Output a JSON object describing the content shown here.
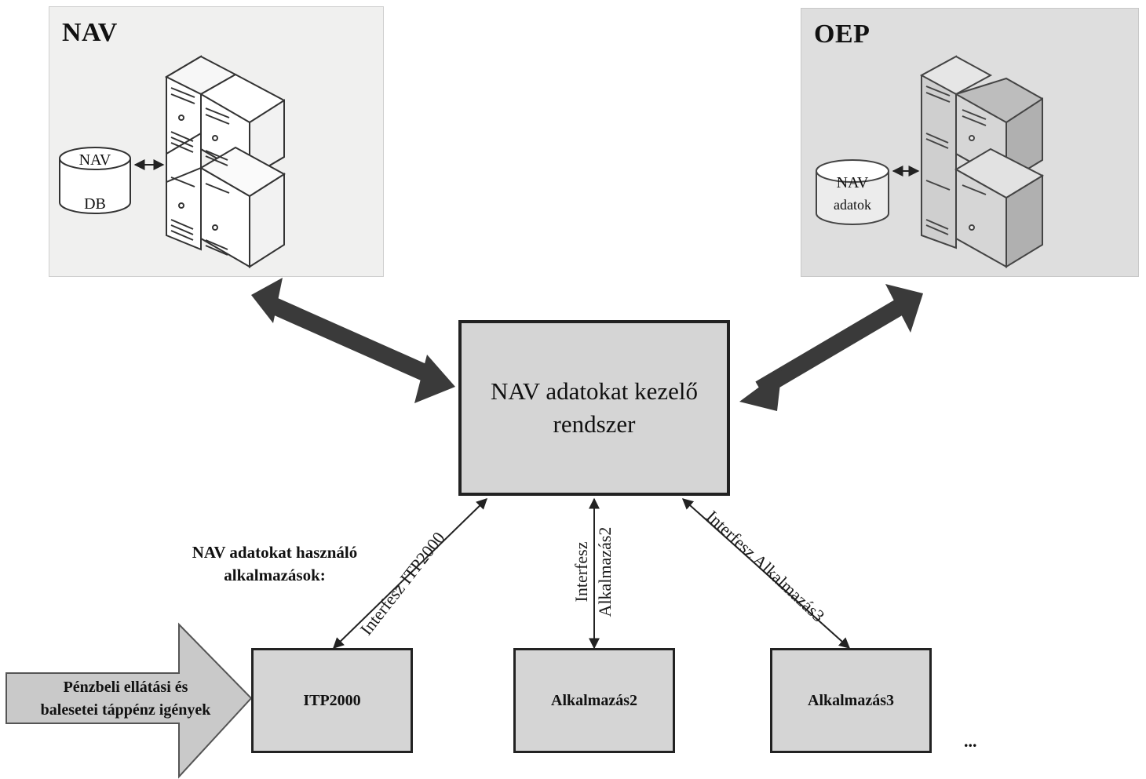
{
  "nav_panel": {
    "title": "NAV",
    "db_line1": "NAV",
    "db_line2": "DB"
  },
  "oep_panel": {
    "title": "OEP",
    "db_line1": "NAV",
    "db_line2": "adatok"
  },
  "central_box": {
    "label": "NAV adatokat kezelő rendszer"
  },
  "apps_label": {
    "line1": "NAV adatokat használó",
    "line2": "alkalmazások:"
  },
  "apps": [
    {
      "label": "ITP2000",
      "interface": "Interfesz ITP2000"
    },
    {
      "label": "Alkalmazás2",
      "interface_line1": "Interfesz",
      "interface_line2": "Alkalmazás2"
    },
    {
      "label": "Alkalmazás3",
      "interface": "Interfesz Alkalmazás3"
    }
  ],
  "input_arrow": {
    "line1": "Pénzbeli ellátási és",
    "line2": "balesetei táppénz igények"
  },
  "ellipsis": "...",
  "colors": {
    "box_fill": "#d5d5d5",
    "panel_nav": "#f0f0ef",
    "panel_oep": "#dedede",
    "arrow": "#333333",
    "border": "#222222"
  },
  "icons": [
    "server-icon",
    "database-icon",
    "double-arrow-icon"
  ]
}
